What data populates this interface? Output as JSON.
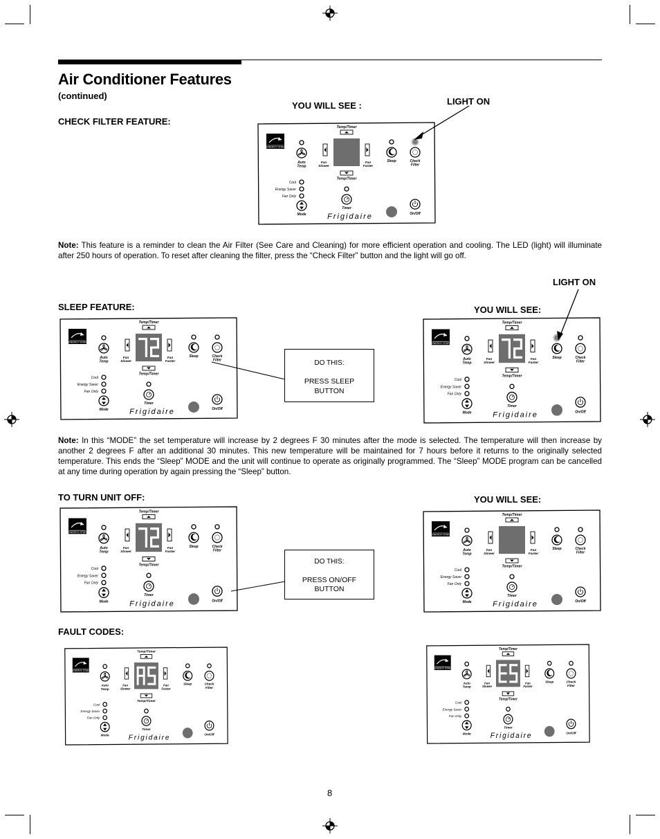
{
  "header": {
    "title": "Air Conditioner Features",
    "subtitle": "(continued)"
  },
  "sections": {
    "check_filter": {
      "heading": "CHECK FILTER FEATURE:",
      "you_will_see": "YOU WILL SEE :",
      "callout": "LIGHT ON",
      "note_label": "Note:",
      "note_text": "This feature is a reminder to clean the Air Filter (See Care and Cleaning) for more efficient operation and cooling. The LED (light) will illuminate after 250 hours of operation. To reset after cleaning the filter, press the “Check Filter” button and the light will go off."
    },
    "sleep": {
      "heading": "SLEEP FEATURE:",
      "you_will_see": "YOU WILL SEE:",
      "callout": "LIGHT ON",
      "do_this_title": "DO THIS:",
      "do_this_line1": "PRESS SLEEP",
      "do_this_line2": "BUTTON",
      "note_label": "Note:",
      "note_text": "In this “MODE” the set temperature will increase by 2 degrees F 30 minutes after the mode is selected. The temperature will then increase by another 2 degrees F after an additional 30 minutes. This new temperature will be maintained for 7 hours before it returns to the originally selected temperature. This ends the “Sleep” MODE and the unit will continue to operate as originally programmed. The “Sleep” MODE program can be cancelled at any time during operation by again pressing the “Sleep” button."
    },
    "turn_off": {
      "heading": "TO TURN UNIT OFF:",
      "you_will_see": "YOU WILL SEE:",
      "do_this_title": "DO THIS:",
      "do_this_line1": "PRESS ON/OFF",
      "do_this_line2": "BUTTON"
    },
    "fault": {
      "heading": "FAULT CODES:"
    }
  },
  "panel_labels": {
    "energy_star": "ENERGY STAR",
    "temp_timer": "Temp/Timer",
    "auto": "Auto",
    "temp": "Temp",
    "fan": "Fan",
    "slower": "Slower",
    "faster": "Faster",
    "sleep": "Sleep",
    "check": "Check",
    "filter": "Filter",
    "cool": "Cool",
    "energy_saver": "Energy Saver",
    "fan_only": "Fan Only",
    "mode": "Mode",
    "timer": "Timer",
    "on_off": "On/Off",
    "brand": "Frigidaire"
  },
  "panels": [
    {
      "id": "check-filter-result",
      "display": "",
      "check_led": true,
      "sleep_led": false
    },
    {
      "id": "sleep-before",
      "display": "72",
      "check_led": false,
      "sleep_led": false
    },
    {
      "id": "sleep-result",
      "display": "72",
      "check_led": false,
      "sleep_led": true
    },
    {
      "id": "off-before",
      "display": "72",
      "check_led": false,
      "sleep_led": false
    },
    {
      "id": "off-result",
      "display": "",
      "check_led": false,
      "sleep_led": false
    },
    {
      "id": "fault-as",
      "display": "AS",
      "check_led": false,
      "sleep_led": false
    },
    {
      "id": "fault-es",
      "display": "ES",
      "check_led": false,
      "sleep_led": false
    }
  ],
  "footer": {
    "page_number": "8"
  },
  "colors": {
    "display_bg": "#6e6e6e",
    "segment": "#ffffff",
    "led": "#7a7a7a"
  }
}
